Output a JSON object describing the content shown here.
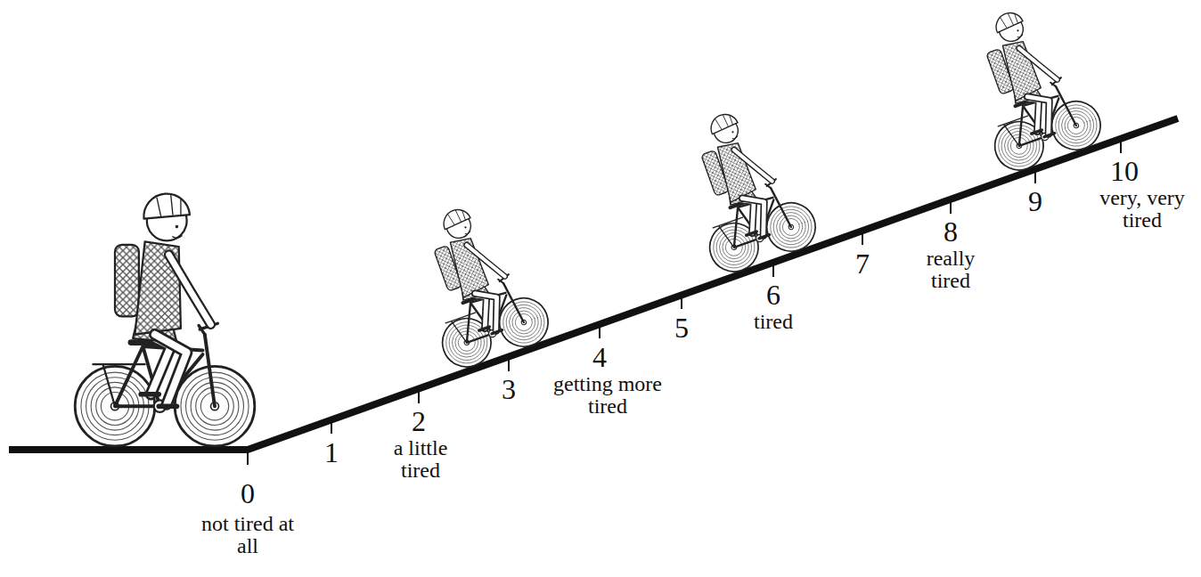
{
  "diagram": {
    "labels": [
      "0",
      "not tired at all",
      "1",
      "2",
      "a little tired",
      "3",
      "4",
      "getting more tired",
      "5",
      "6",
      "tired",
      "7",
      "8",
      "really tired",
      "9",
      "10",
      "very, very tired"
    ]
  }
}
